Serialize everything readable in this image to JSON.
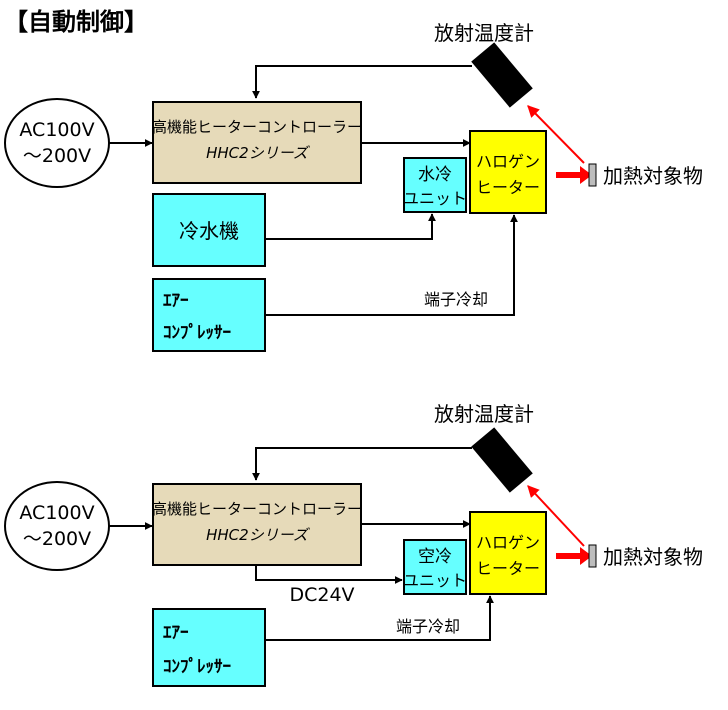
{
  "title": "【自動制御】",
  "colors": {
    "controller": "#e6dab9",
    "cyan": "#66ffff",
    "halogen": "#ffff00",
    "line": "#000000",
    "red": "#ff0000",
    "sensor": "#000000",
    "target": "#bdbdbd"
  },
  "top": {
    "sensor_label": "放射温度計",
    "source_line1": "AC100V",
    "source_line2": "～200V",
    "controller_line1": "高機能ヒーターコントローラー",
    "controller_line2": "HHC2シリーズ",
    "cooler_line1": "水冷",
    "cooler_line2": "ユニット",
    "heater_line1": "ハロゲン",
    "heater_line2": "ヒーター",
    "target_label": "加熱対象物",
    "chiller_label": "冷水機",
    "compressor_line1": "ｴｱｰ",
    "compressor_line2": "ｺﾝﾌﾟﾚｯｻｰ",
    "terminal_cooling": "端子冷却"
  },
  "bottom": {
    "sensor_label": "放射温度計",
    "source_line1": "AC100V",
    "source_line2": "～200V",
    "controller_line1": "高機能ヒーターコントローラー",
    "controller_line2": "HHC2シリーズ",
    "cooler_line1": "空冷",
    "cooler_line2": "ユニット",
    "heater_line1": "ハロゲン",
    "heater_line2": "ヒーター",
    "target_label": "加熱対象物",
    "dc_label": "DC24V",
    "compressor_line1": "ｴｱｰ",
    "compressor_line2": "ｺﾝﾌﾟﾚｯｻｰ",
    "terminal_cooling": "端子冷却"
  }
}
